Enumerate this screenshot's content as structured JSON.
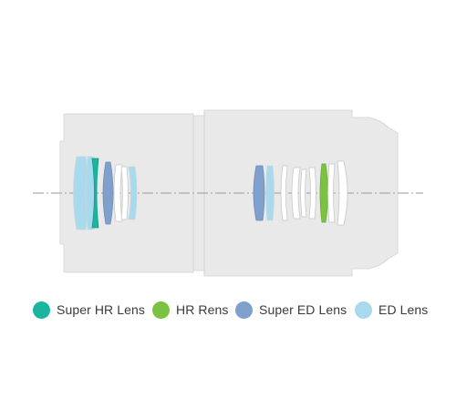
{
  "diagram": {
    "colors": {
      "barrel": "#e9e9e9",
      "barrel_outline": "#d6d6d6",
      "axis": "#9a9a9a",
      "plain_lens": "#ffffff",
      "plain_lens_outline": "#c8c8c8"
    }
  },
  "legend": {
    "items": [
      {
        "label": "Super HR Lens",
        "color": "#1ab59f",
        "icon": "circle-swatch"
      },
      {
        "label": "HR Rens",
        "color": "#7cc241",
        "icon": "circle-swatch"
      },
      {
        "label": "Super ED Lens",
        "color": "#7f9fcc",
        "icon": "circle-swatch"
      },
      {
        "label": "ED Lens",
        "color": "#a9d9ec",
        "icon": "circle-swatch"
      }
    ]
  }
}
